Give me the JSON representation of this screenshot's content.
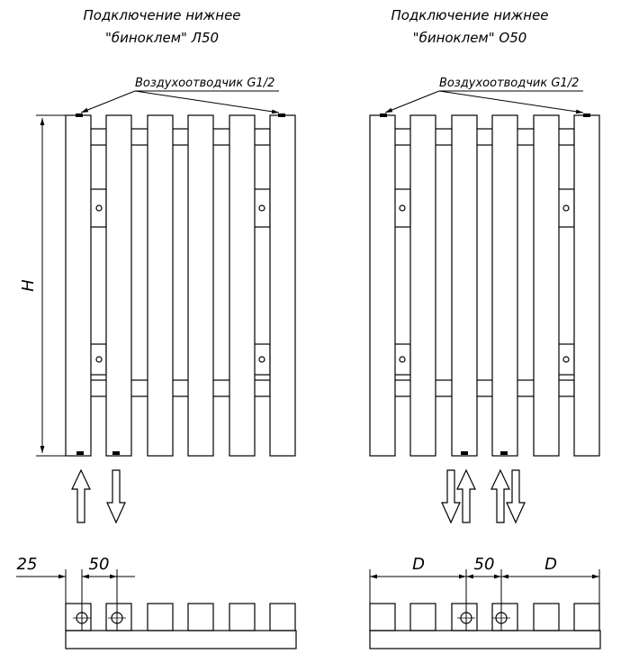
{
  "left_panel": {
    "title_line1": "Подключение нижнее",
    "title_line2": "\"биноклем\" Л50",
    "air_vent_label": "Воздухоотводчик G1/2",
    "height_label": "H",
    "dim_offset": "25",
    "dim_spacing": "50"
  },
  "right_panel": {
    "title_line1": "Подключение нижнее",
    "title_line2": "\"биноклем\" О50",
    "air_vent_label": "Воздухоотводчик G1/2",
    "dim_left": "D",
    "dim_spacing": "50",
    "dim_right": "D"
  },
  "colors": {
    "line": "#000000",
    "background": "#ffffff"
  }
}
